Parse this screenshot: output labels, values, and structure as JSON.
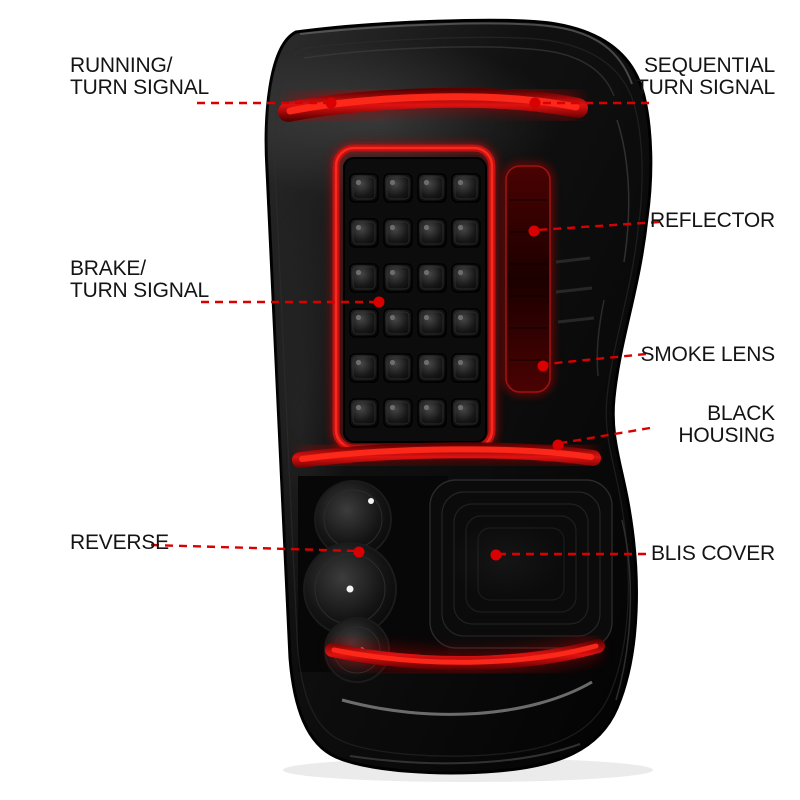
{
  "colors": {
    "accent_red": "#d80000",
    "bar_red_bright": "#e01212",
    "bar_red_dark": "#5a0000",
    "housing_black": "#0a0a0a",
    "text": "#141414",
    "background": "#ffffff"
  },
  "callouts": {
    "running": {
      "label": "RUNNING/\nTURN SIGNAL",
      "side": "left"
    },
    "sequential": {
      "label": "SEQUENTIAL\nTURN SIGNAL",
      "side": "right"
    },
    "reflector": {
      "label": "REFLECTOR",
      "side": "right"
    },
    "brake": {
      "label": "BRAKE/\nTURN SIGNAL",
      "side": "left"
    },
    "smoke_lens": {
      "label": "SMOKE LENS",
      "side": "right"
    },
    "black_housing": {
      "label": "BLACK\nHOUSING",
      "side": "right"
    },
    "reverse": {
      "label": "REVERSE",
      "side": "left"
    },
    "blis_cover": {
      "label": "BLIS COVER",
      "side": "right"
    }
  }
}
